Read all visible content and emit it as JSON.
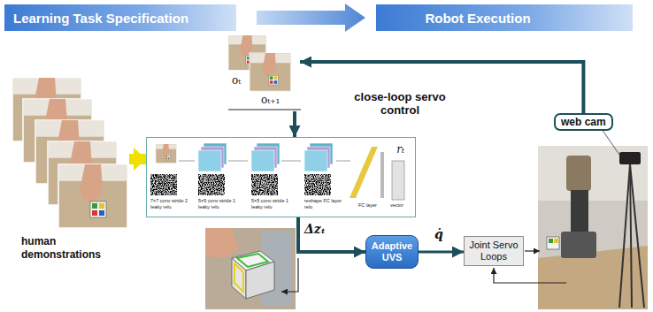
{
  "diagram": {
    "nodes": [
      {
        "text": [
          "Learning Task Specification"
        ]
      },
      {
        "text": [
          "Robot Execution"
        ]
      },
      {
        "text": [
          "oₜ",
          "oₜ₊₁"
        ]
      },
      {
        "text": [
          "web cam"
        ]
      },
      {
        "text": [
          "human demonstrations"
        ]
      },
      {
        "text": [
          "rₜ"
        ]
      },
      {
        "text": [
          "Adaptive UVS"
        ]
      },
      {
        "text": [
          "Joint Servo Loops"
        ]
      }
    ],
    "edges": [
      {
        "from": 3,
        "to": 2,
        "arrow": "to"
      },
      {
        "from": 2,
        "to": 5,
        "arrow": "to"
      },
      {
        "from": 4,
        "to": 5,
        "arrow": "to"
      },
      {
        "from": 5,
        "to": 6,
        "label": "Δzₜ",
        "arrow": "to"
      },
      {
        "from": 6,
        "to": 7,
        "label": "q̇",
        "arrow": "to"
      }
    ],
    "labels": [
      "close-loop servo control",
      "7×7 conv stride 2",
      "leaky relu",
      "5×5 conv stride 1",
      "leaky relu",
      "5×5 conv stride 1",
      "leaky relu",
      "reshape FC layer",
      "relu",
      "FC layer",
      "vector"
    ]
  }
}
